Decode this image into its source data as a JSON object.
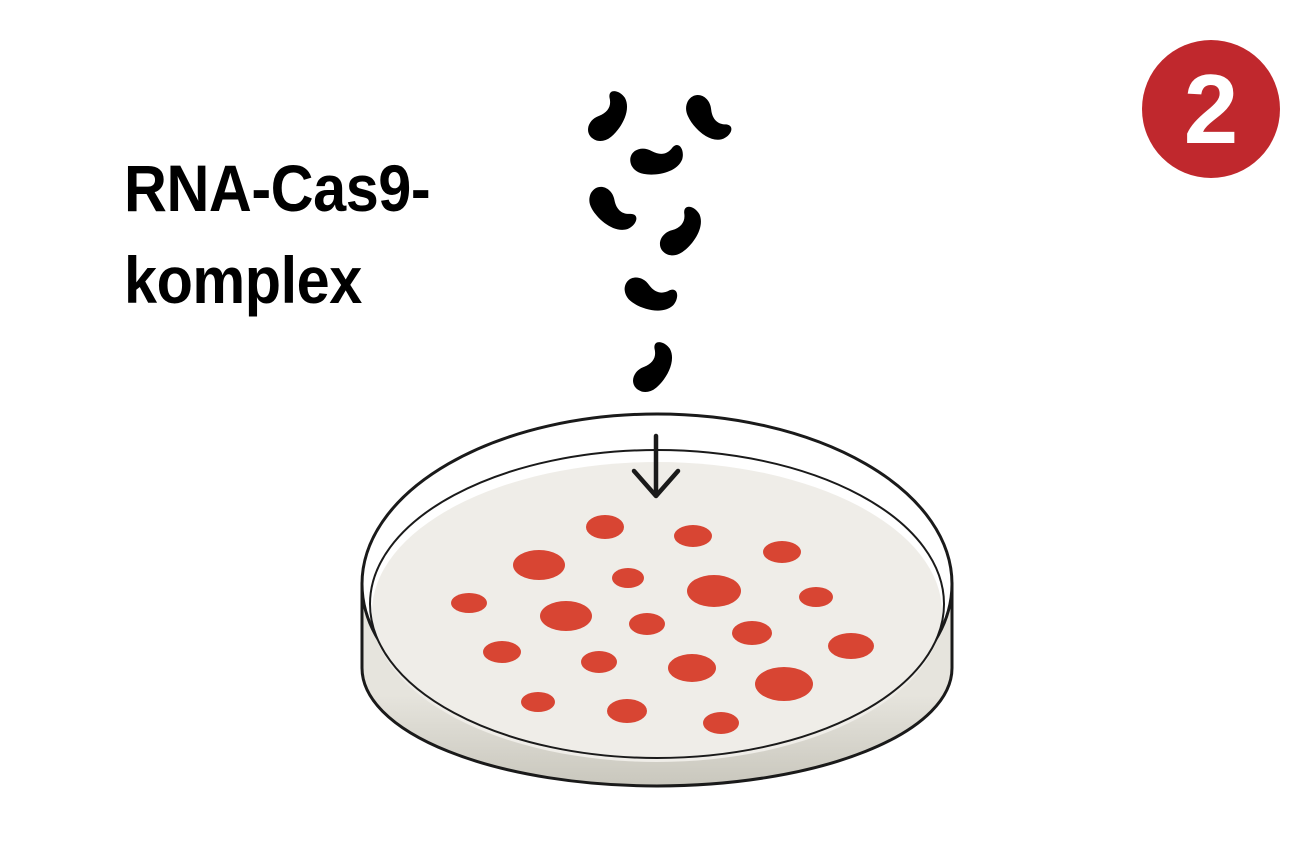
{
  "label": {
    "line1": "RNA-Cas9-",
    "line2": "komplex"
  },
  "step_badge": {
    "number": "2",
    "color": "#c0282d"
  },
  "colors": {
    "complex": "#000000",
    "dish_surface": "#efede8",
    "dish_wall_top": "#e6e4dd",
    "dish_wall_bottom": "#c9c7bd",
    "dish_outline": "#1a1a1a",
    "colony": "#d84533"
  },
  "icons": {
    "complex_shape": "kidney-bean-icon",
    "arrow": "arrow-down-icon",
    "dish": "petri-dish-icon"
  }
}
